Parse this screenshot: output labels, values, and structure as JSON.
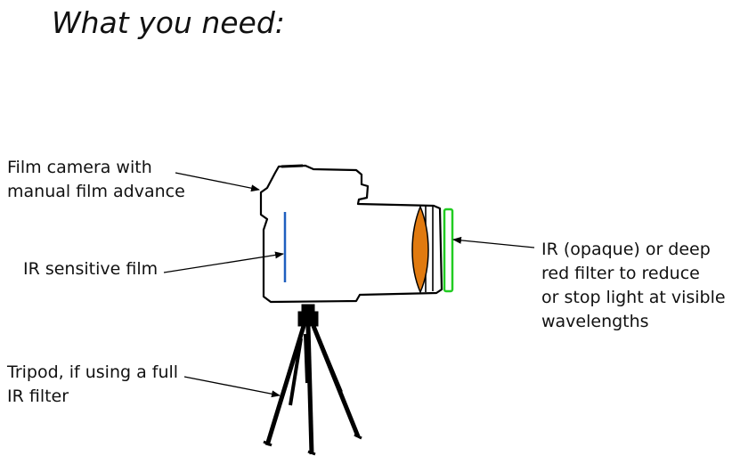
{
  "title": "What you need:",
  "labels": {
    "camera": [
      "Film camera with",
      "manual film advance"
    ],
    "film": [
      "IR sensitive film"
    ],
    "tripod": [
      "Tripod, if using a full",
      "IR filter"
    ],
    "filter": [
      "IR (opaque) or deep",
      "red filter to reduce",
      "or stop light at visible",
      "wavelengths"
    ]
  },
  "colors": {
    "outline": "#000000",
    "film": "#1f5fbf",
    "lens": "#e07a10",
    "filter": "#22cc22"
  }
}
